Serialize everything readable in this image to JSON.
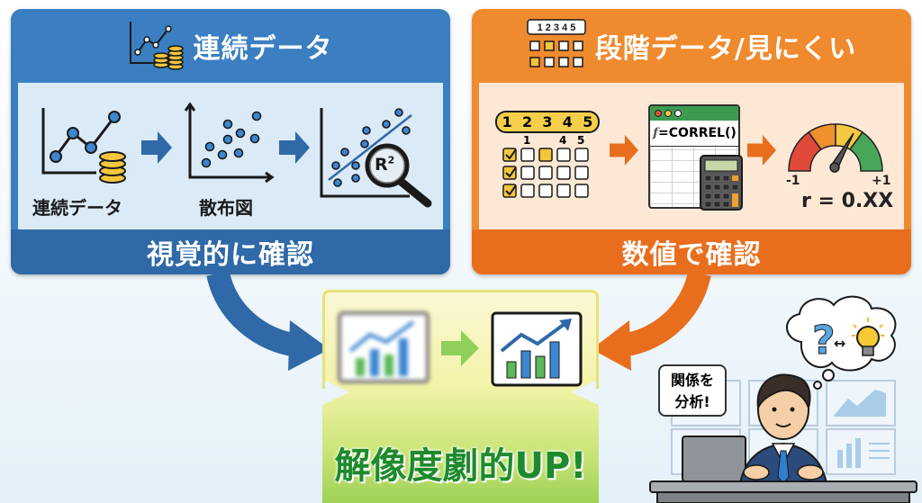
{
  "left_panel": {
    "header": "連続データ",
    "step1_label": "連続データ",
    "step2_label": "散布図",
    "step3_badge": "R2",
    "footer": "視覚的に確認",
    "color": "#3b7fc2"
  },
  "right_panel": {
    "header": "段階データ/見にくい",
    "scale_numbers": [
      "1",
      "2",
      "3",
      "4",
      "5"
    ],
    "scale_sub_numbers": [
      "1",
      "4",
      "5"
    ],
    "formula": "=CORREL()",
    "formula_prefix": "f",
    "gauge_min": "-1",
    "gauge_max": "+1",
    "result": "r = 0.XX",
    "footer": "数値で確認",
    "color": "#ef8a2e"
  },
  "center": {
    "headline": "解像度劇的UP!",
    "headline_color": "#1e8a2e"
  },
  "person": {
    "speech_line1": "関係を",
    "speech_line2": "分析!"
  }
}
